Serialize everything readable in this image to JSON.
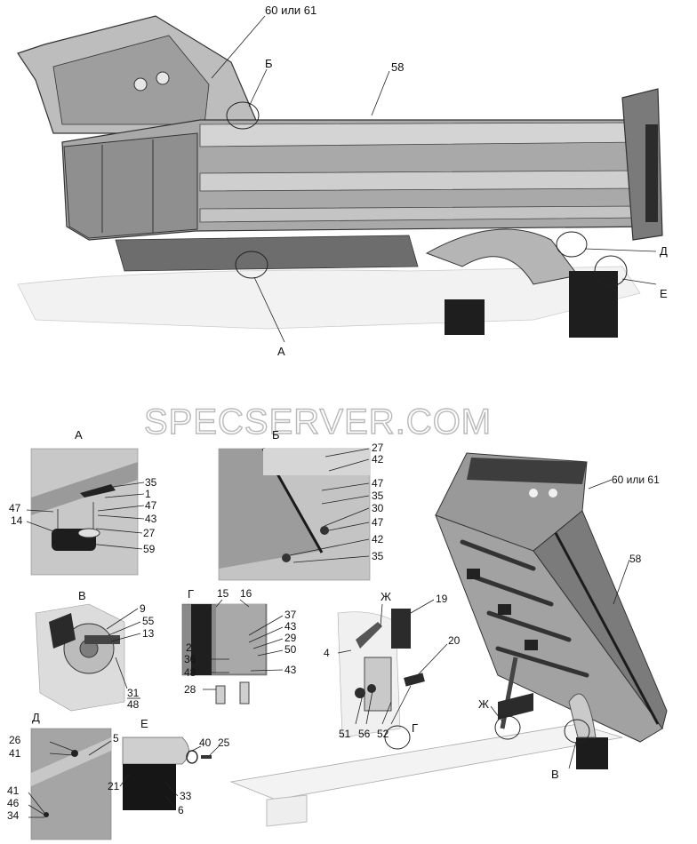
{
  "watermark": "SPECSERVER.COM",
  "overview": {
    "callouts": {
      "c60_61": "60 или 61",
      "c58": "58",
      "cB": "Б",
      "cA": "А",
      "cD": "Д",
      "cE": "Е"
    }
  },
  "detail_A": {
    "title": "А",
    "labels": [
      "35",
      "1",
      "47",
      "43",
      "27",
      "59",
      "47",
      "14"
    ]
  },
  "detail_B": {
    "title": "Б",
    "labels": [
      "27",
      "42",
      "47",
      "35",
      "30",
      "47",
      "42",
      "35"
    ]
  },
  "detail_V": {
    "title": "В",
    "labels": [
      "9",
      "55",
      "13",
      "31",
      "48"
    ]
  },
  "detail_G": {
    "title": "Г",
    "labels": [
      "15",
      "16",
      "37",
      "43",
      "29",
      "50",
      "2",
      "36",
      "48",
      "43",
      "28"
    ]
  },
  "detail_D": {
    "title": "Д",
    "labels": [
      "26",
      "41",
      "5",
      "41",
      "46",
      "34"
    ]
  },
  "detail_E": {
    "title": "Е",
    "labels": [
      "40",
      "25",
      "21",
      "33",
      "6"
    ]
  },
  "detail_Zh": {
    "title": "Ж",
    "labels": [
      "19",
      "20",
      "4",
      "51",
      "56",
      "52"
    ]
  },
  "tipped_view": {
    "callouts": {
      "c60_61": "60 или 61",
      "c58": "58",
      "cZh": "Ж",
      "cG": "Г",
      "cV": "В"
    }
  }
}
